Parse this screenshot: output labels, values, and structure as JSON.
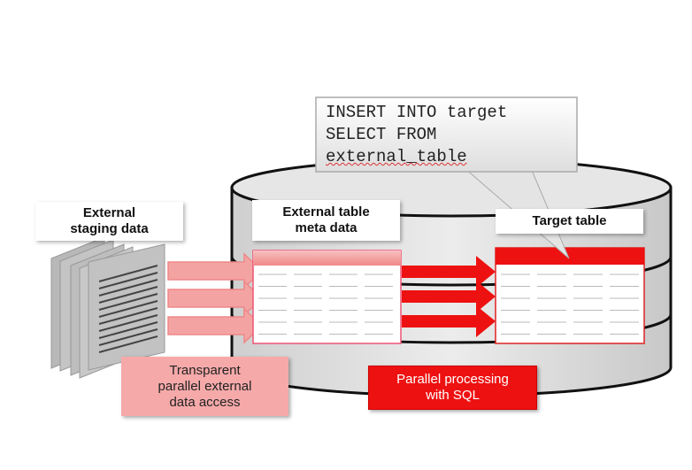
{
  "labels": {
    "staging": [
      "External",
      "staging data"
    ],
    "meta": [
      "External table",
      "meta data"
    ],
    "target": "Target table"
  },
  "callout": {
    "lines": [
      "INSERT INTO target",
      "SELECT FROM",
      "external_table"
    ]
  },
  "notes": {
    "transparent": [
      "Transparent",
      "parallel external",
      "data access"
    ],
    "parallel": [
      "Parallel processing",
      "with SQL"
    ]
  },
  "colors": {
    "red": "#ee1111",
    "pink": "#f4a0a0",
    "gray": "#d4d4d4"
  }
}
